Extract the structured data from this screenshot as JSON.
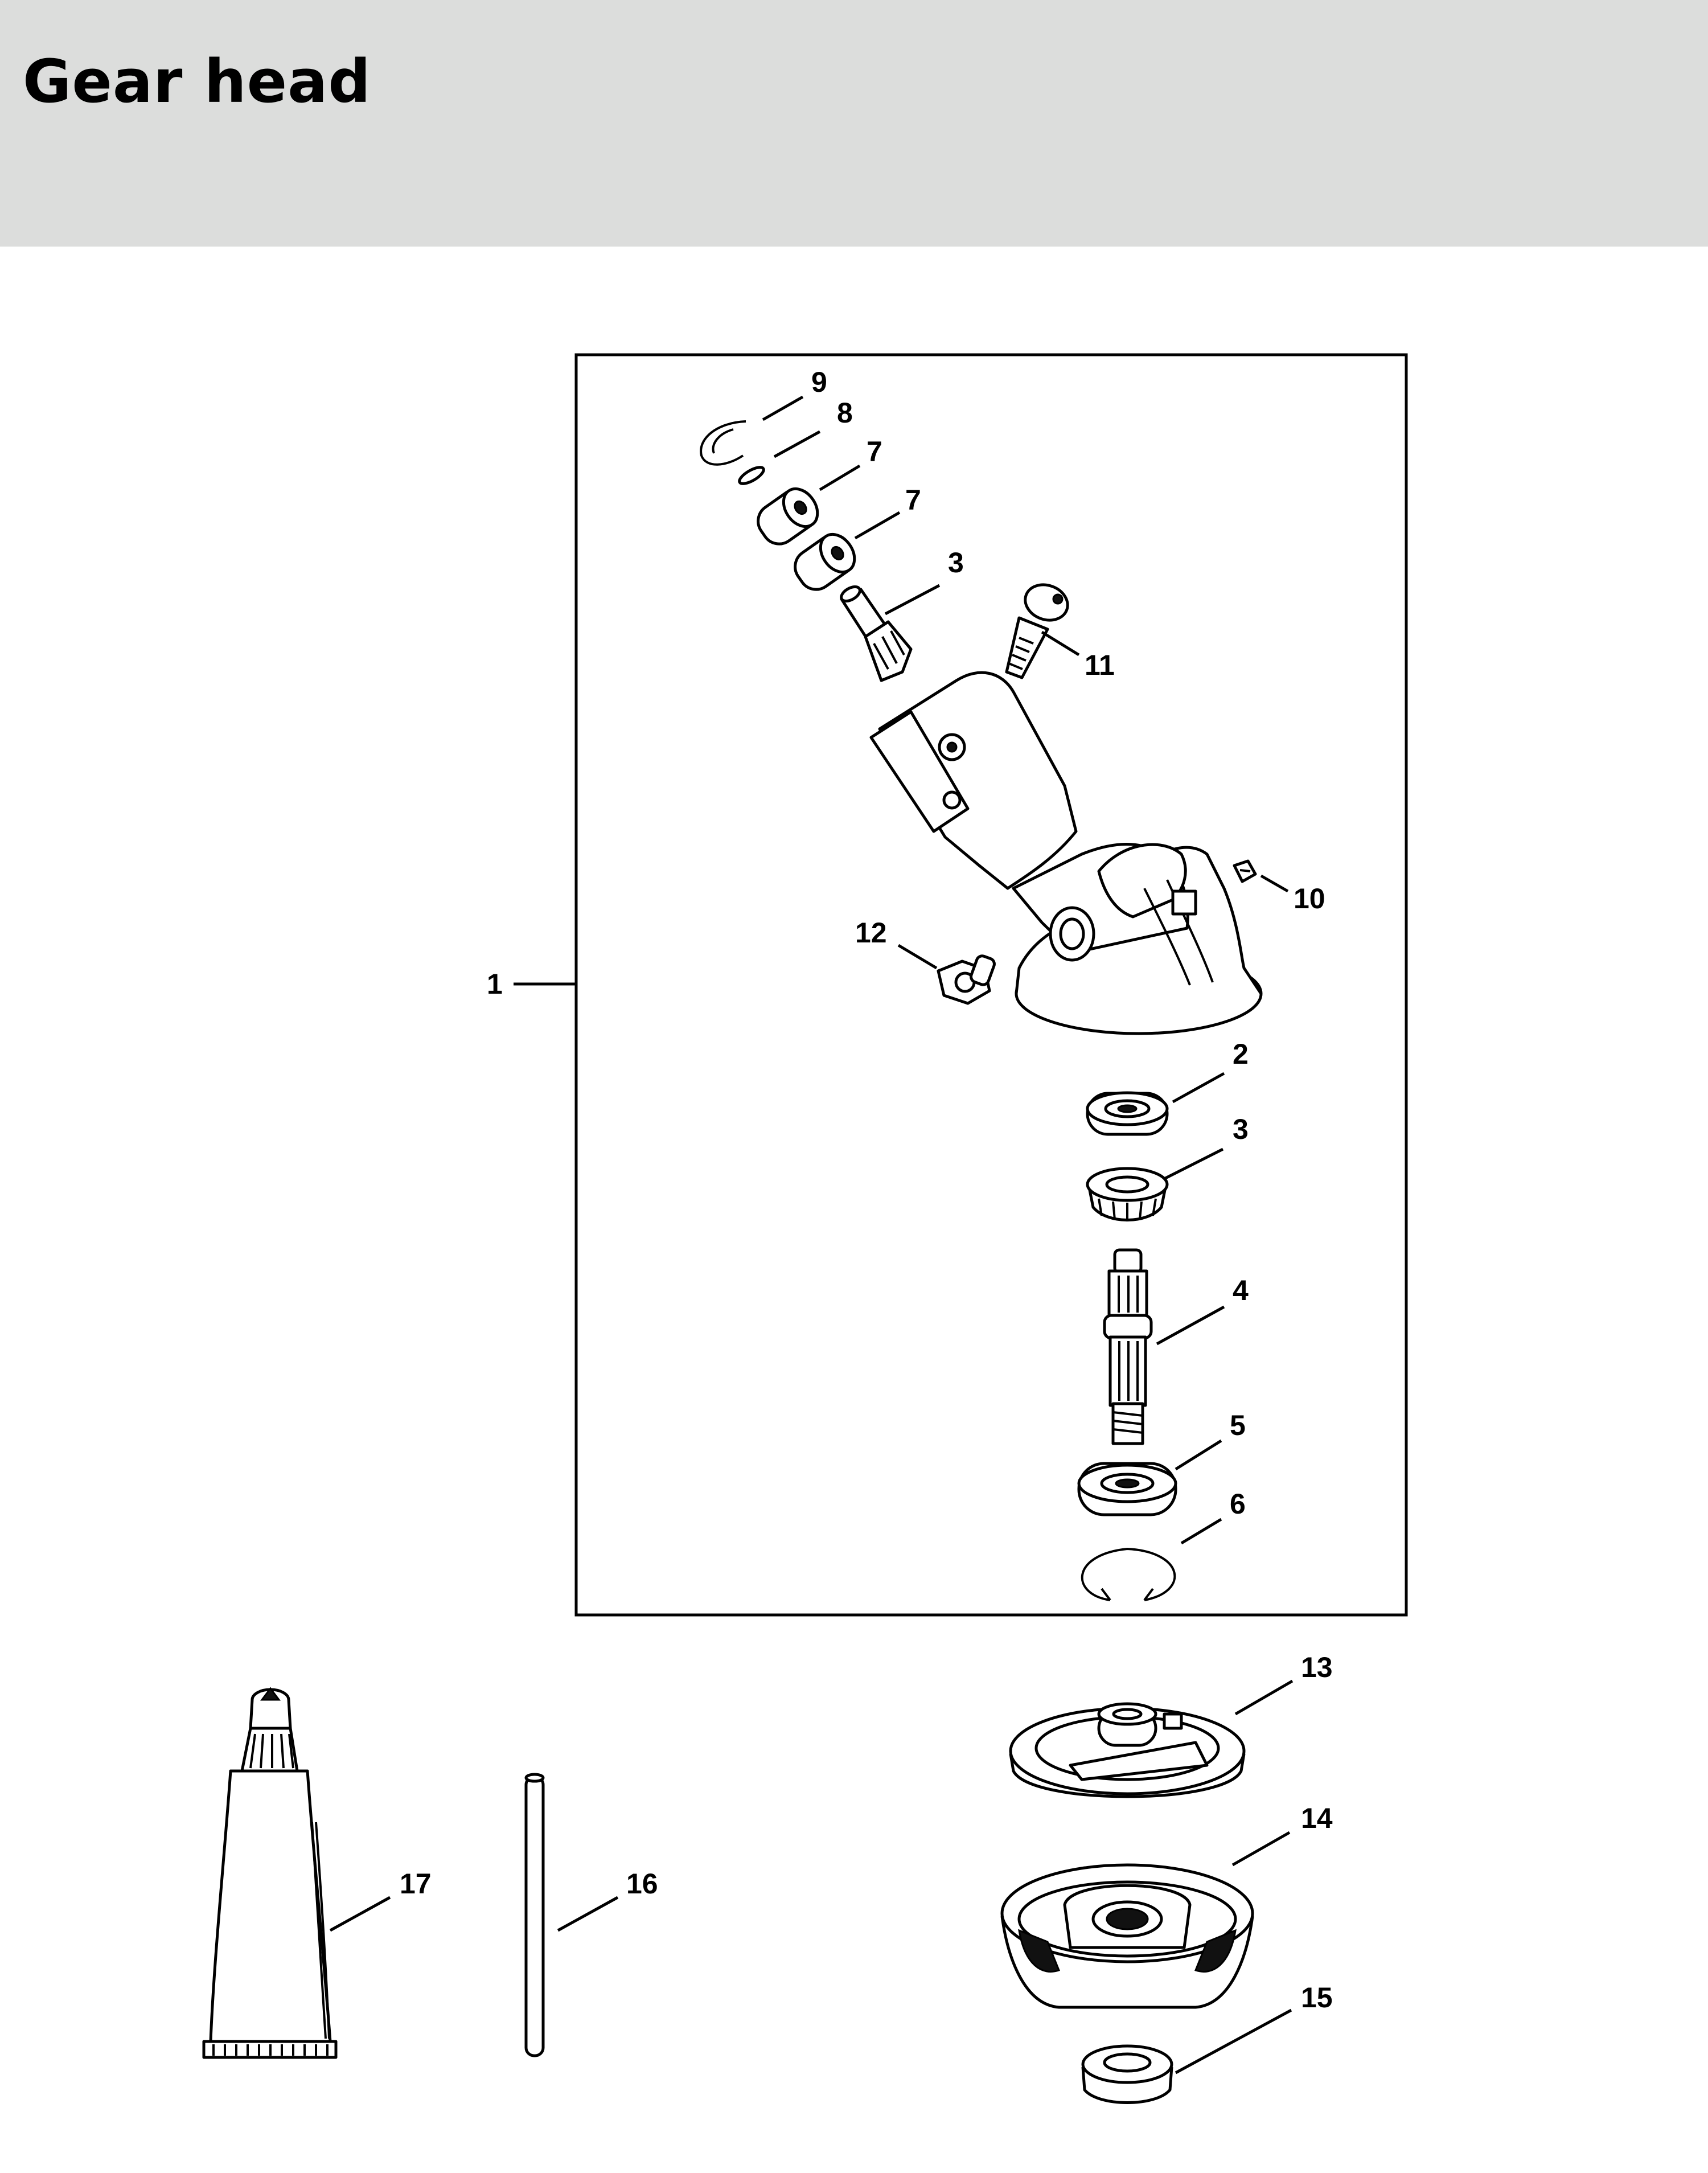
{
  "header": {
    "title": "Gear head"
  },
  "callouts": [
    {
      "id": "c1",
      "text": "1"
    },
    {
      "id": "c2",
      "text": "2"
    },
    {
      "id": "c3a",
      "text": "3"
    },
    {
      "id": "c3b",
      "text": "3"
    },
    {
      "id": "c4",
      "text": "4"
    },
    {
      "id": "c5",
      "text": "5"
    },
    {
      "id": "c6",
      "text": "6"
    },
    {
      "id": "c7a",
      "text": "7"
    },
    {
      "id": "c7b",
      "text": "7"
    },
    {
      "id": "c8",
      "text": "8"
    },
    {
      "id": "c9",
      "text": "9"
    },
    {
      "id": "c10",
      "text": "10"
    },
    {
      "id": "c11",
      "text": "11"
    },
    {
      "id": "c12",
      "text": "12"
    },
    {
      "id": "c13",
      "text": "13"
    },
    {
      "id": "c14",
      "text": "14"
    },
    {
      "id": "c15",
      "text": "15"
    },
    {
      "id": "c16",
      "text": "16"
    },
    {
      "id": "c17",
      "text": "17"
    }
  ]
}
